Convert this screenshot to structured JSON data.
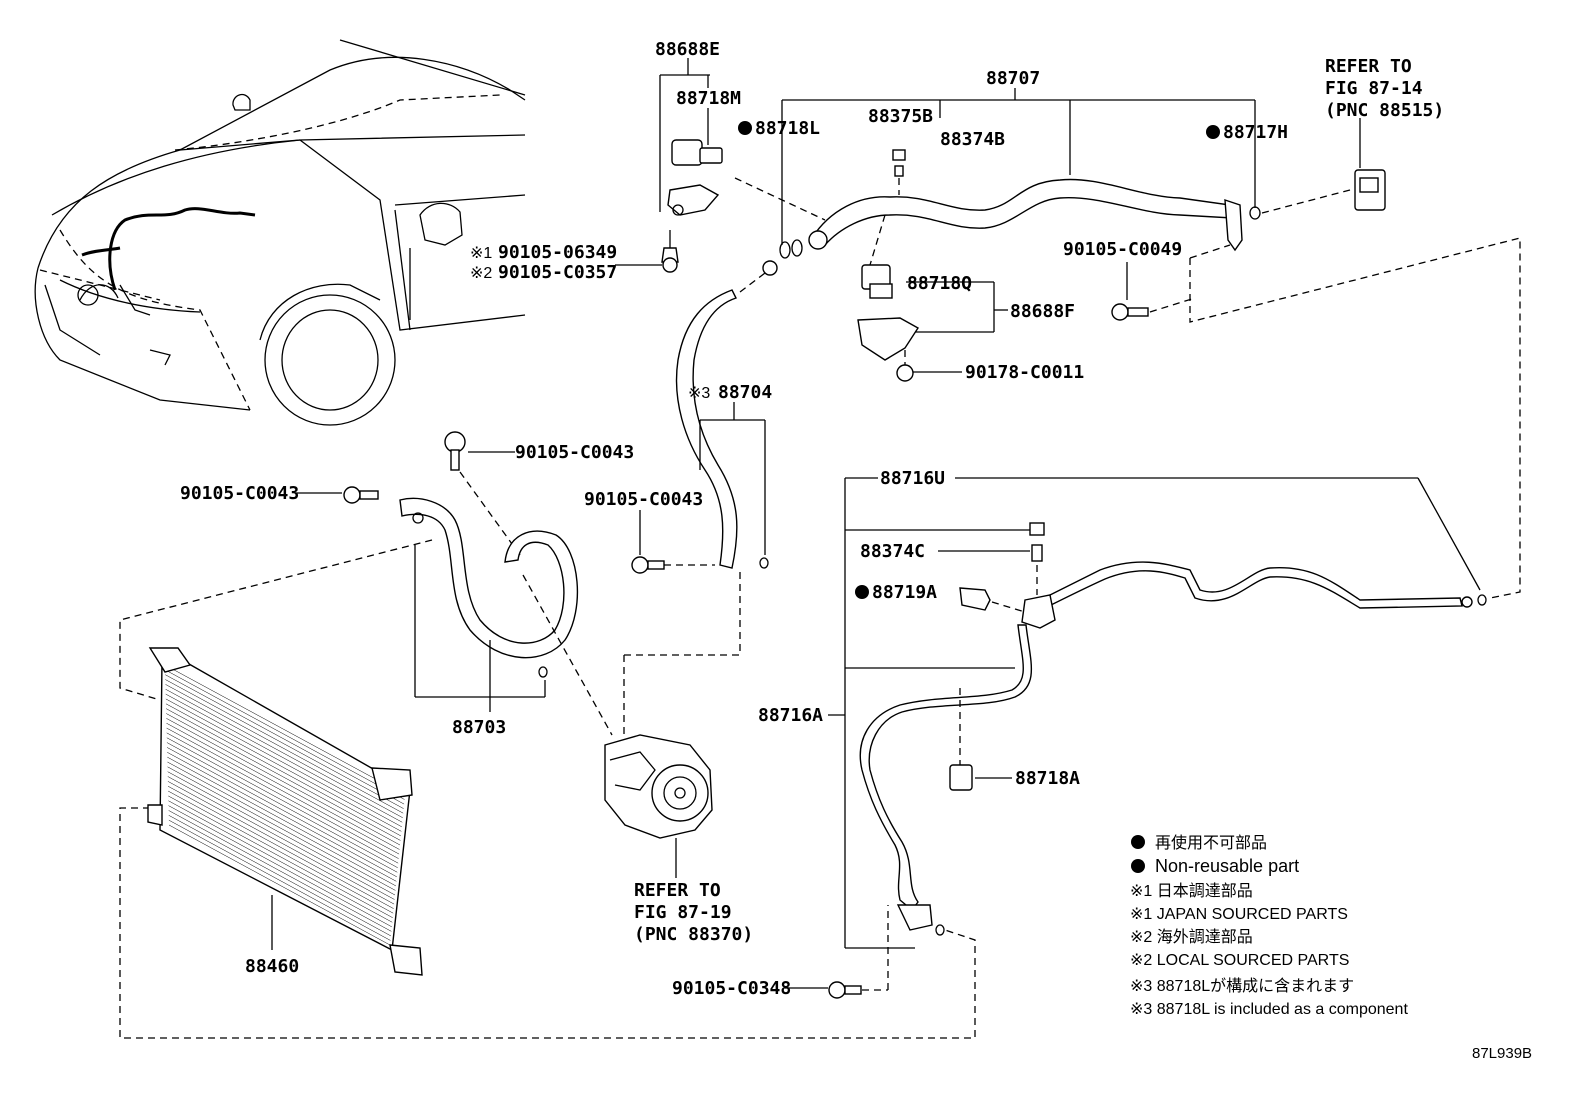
{
  "labels": {
    "p88688E": "88688E",
    "p88718M": "88718M",
    "p88718L": "88718L",
    "p88375B": "88375B",
    "p88374B": "88374B",
    "p88707": "88707",
    "p88717H": "88717H",
    "refer_top_1": "REFER TO",
    "refer_top_2": "FIG 87-14",
    "refer_top_3": "(PNC 88515)",
    "p90105_06349": "90105-06349",
    "p90105_C0357": "90105-C0357",
    "mark1": "※1",
    "mark2": "※2",
    "mark3": "※3",
    "p90105_C0049": "90105-C0049",
    "p88718Q": "88718Q",
    "p88688F": "88688F",
    "p90178_C0011": "90178-C0011",
    "p88704": "88704",
    "p90105_C0043_a": "90105-C0043",
    "p90105_C0043_b": "90105-C0043",
    "p90105_C0043_c": "90105-C0043",
    "p88716U": "88716U",
    "p88374C": "88374C",
    "p88719A": "88719A",
    "p88716A": "88716A",
    "p88718A": "88718A",
    "p88703": "88703",
    "p88460": "88460",
    "refer_bot_1": "REFER TO",
    "refer_bot_2": "FIG 87-19",
    "refer_bot_3": "(PNC 88370)",
    "p90105_C0348": "90105-C0348",
    "image_code": "87L939B"
  },
  "legend": {
    "l1": "再使用不可部品",
    "l2": "Non-reusable part",
    "l3": "※1 日本調達部品",
    "l4": "※1 JAPAN SOURCED PARTS",
    "l5": "※2 海外調達部品",
    "l6": "※2 LOCAL SOURCED PARTS",
    "l7": "※3 88718Lが構成に含まれます",
    "l8": "※3 88718L is included as a component"
  }
}
